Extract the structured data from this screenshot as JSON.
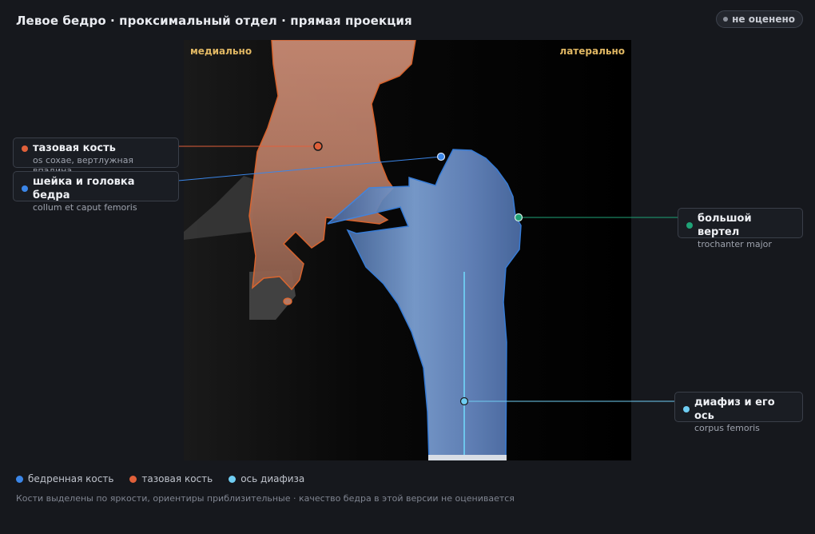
{
  "header": {
    "title": "Левое бедро · проксимальный отдел · прямая проекция",
    "status": "не оценено"
  },
  "orientation": {
    "left": "медиально",
    "right": "латерально"
  },
  "callouts": [
    {
      "title": "тазовая кость",
      "subtitle": "os coxae, вертлужная впадина",
      "color": "#e0603a"
    },
    {
      "title": "шейка и головка бедра",
      "subtitle": "collum et caput femoris",
      "color": "#3b86e8"
    },
    {
      "title": "большой вертел",
      "subtitle": "trochanter major",
      "color": "#1fa377"
    },
    {
      "title": "диафиз и его ось",
      "subtitle": "corpus femoris",
      "color": "#6fcdf2"
    }
  ],
  "legend": [
    {
      "label": "бедренная кость",
      "color": "#3b86e8"
    },
    {
      "label": "тазовая кость",
      "color": "#e0603a"
    },
    {
      "label": "ось диафиза",
      "color": "#6fcdf2"
    }
  ],
  "footer": "Кости выделены по яркости, ориентиры приблизительные · качество бедра в этой версии не оценивается"
}
